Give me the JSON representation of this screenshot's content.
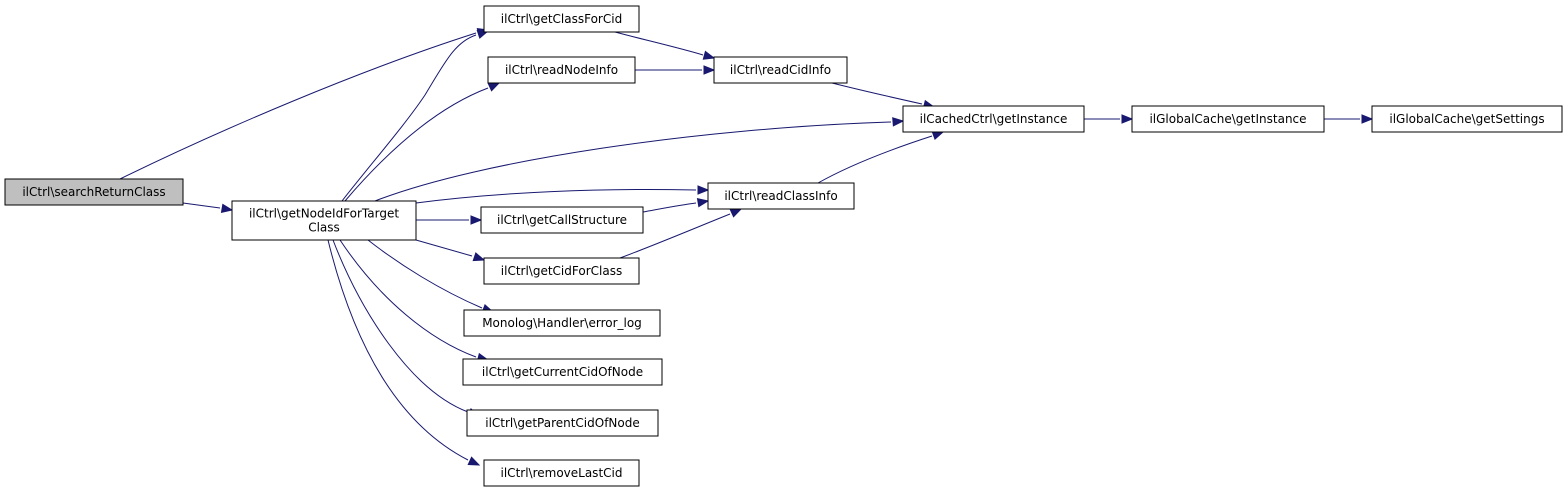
{
  "diagram": {
    "nodes": [
      {
        "id": "searchReturnClass",
        "lines": [
          "ilCtrl\\searchReturnClass"
        ],
        "root": true
      },
      {
        "id": "getNodeIdForTargetClass",
        "lines": [
          "ilCtrl\\getNodeIdForTarget",
          "Class"
        ]
      },
      {
        "id": "getClassForCid",
        "lines": [
          "ilCtrl\\getClassForCid"
        ]
      },
      {
        "id": "readNodeInfo",
        "lines": [
          "ilCtrl\\readNodeInfo"
        ]
      },
      {
        "id": "readCidInfo",
        "lines": [
          "ilCtrl\\readCidInfo"
        ]
      },
      {
        "id": "cachedGetInstance",
        "lines": [
          "ilCachedCtrl\\getInstance"
        ]
      },
      {
        "id": "globalGetInstance",
        "lines": [
          "ilGlobalCache\\getInstance"
        ]
      },
      {
        "id": "getSettings",
        "lines": [
          "ilGlobalCache\\getSettings"
        ]
      },
      {
        "id": "readClassInfo",
        "lines": [
          "ilCtrl\\readClassInfo"
        ]
      },
      {
        "id": "getCallStructure",
        "lines": [
          "ilCtrl\\getCallStructure"
        ]
      },
      {
        "id": "getCidForClass",
        "lines": [
          "ilCtrl\\getCidForClass"
        ]
      },
      {
        "id": "errorLog",
        "lines": [
          "Monolog\\Handler\\error_log"
        ]
      },
      {
        "id": "getCurrentCidOfNode",
        "lines": [
          "ilCtrl\\getCurrentCidOfNode"
        ]
      },
      {
        "id": "getParentCidOfNode",
        "lines": [
          "ilCtrl\\getParentCidOfNode"
        ]
      },
      {
        "id": "removeLastCid",
        "lines": [
          "ilCtrl\\removeLastCid"
        ]
      }
    ],
    "edges": [
      {
        "from": "searchReturnClass",
        "to": "getClassForCid"
      },
      {
        "from": "searchReturnClass",
        "to": "getNodeIdForTargetClass"
      },
      {
        "from": "getNodeIdForTargetClass",
        "to": "getClassForCid"
      },
      {
        "from": "getNodeIdForTargetClass",
        "to": "readNodeInfo"
      },
      {
        "from": "getNodeIdForTargetClass",
        "to": "cachedGetInstance"
      },
      {
        "from": "getNodeIdForTargetClass",
        "to": "readClassInfo"
      },
      {
        "from": "getNodeIdForTargetClass",
        "to": "getCallStructure"
      },
      {
        "from": "getNodeIdForTargetClass",
        "to": "getCidForClass"
      },
      {
        "from": "getNodeIdForTargetClass",
        "to": "errorLog"
      },
      {
        "from": "getNodeIdForTargetClass",
        "to": "getCurrentCidOfNode"
      },
      {
        "from": "getNodeIdForTargetClass",
        "to": "getParentCidOfNode"
      },
      {
        "from": "getNodeIdForTargetClass",
        "to": "removeLastCid"
      },
      {
        "from": "getClassForCid",
        "to": "readCidInfo"
      },
      {
        "from": "readNodeInfo",
        "to": "readCidInfo"
      },
      {
        "from": "readCidInfo",
        "to": "cachedGetInstance"
      },
      {
        "from": "readClassInfo",
        "to": "cachedGetInstance"
      },
      {
        "from": "getCallStructure",
        "to": "readClassInfo"
      },
      {
        "from": "getCidForClass",
        "to": "readClassInfo"
      },
      {
        "from": "cachedGetInstance",
        "to": "globalGetInstance"
      },
      {
        "from": "globalGetInstance",
        "to": "getSettings"
      }
    ]
  }
}
